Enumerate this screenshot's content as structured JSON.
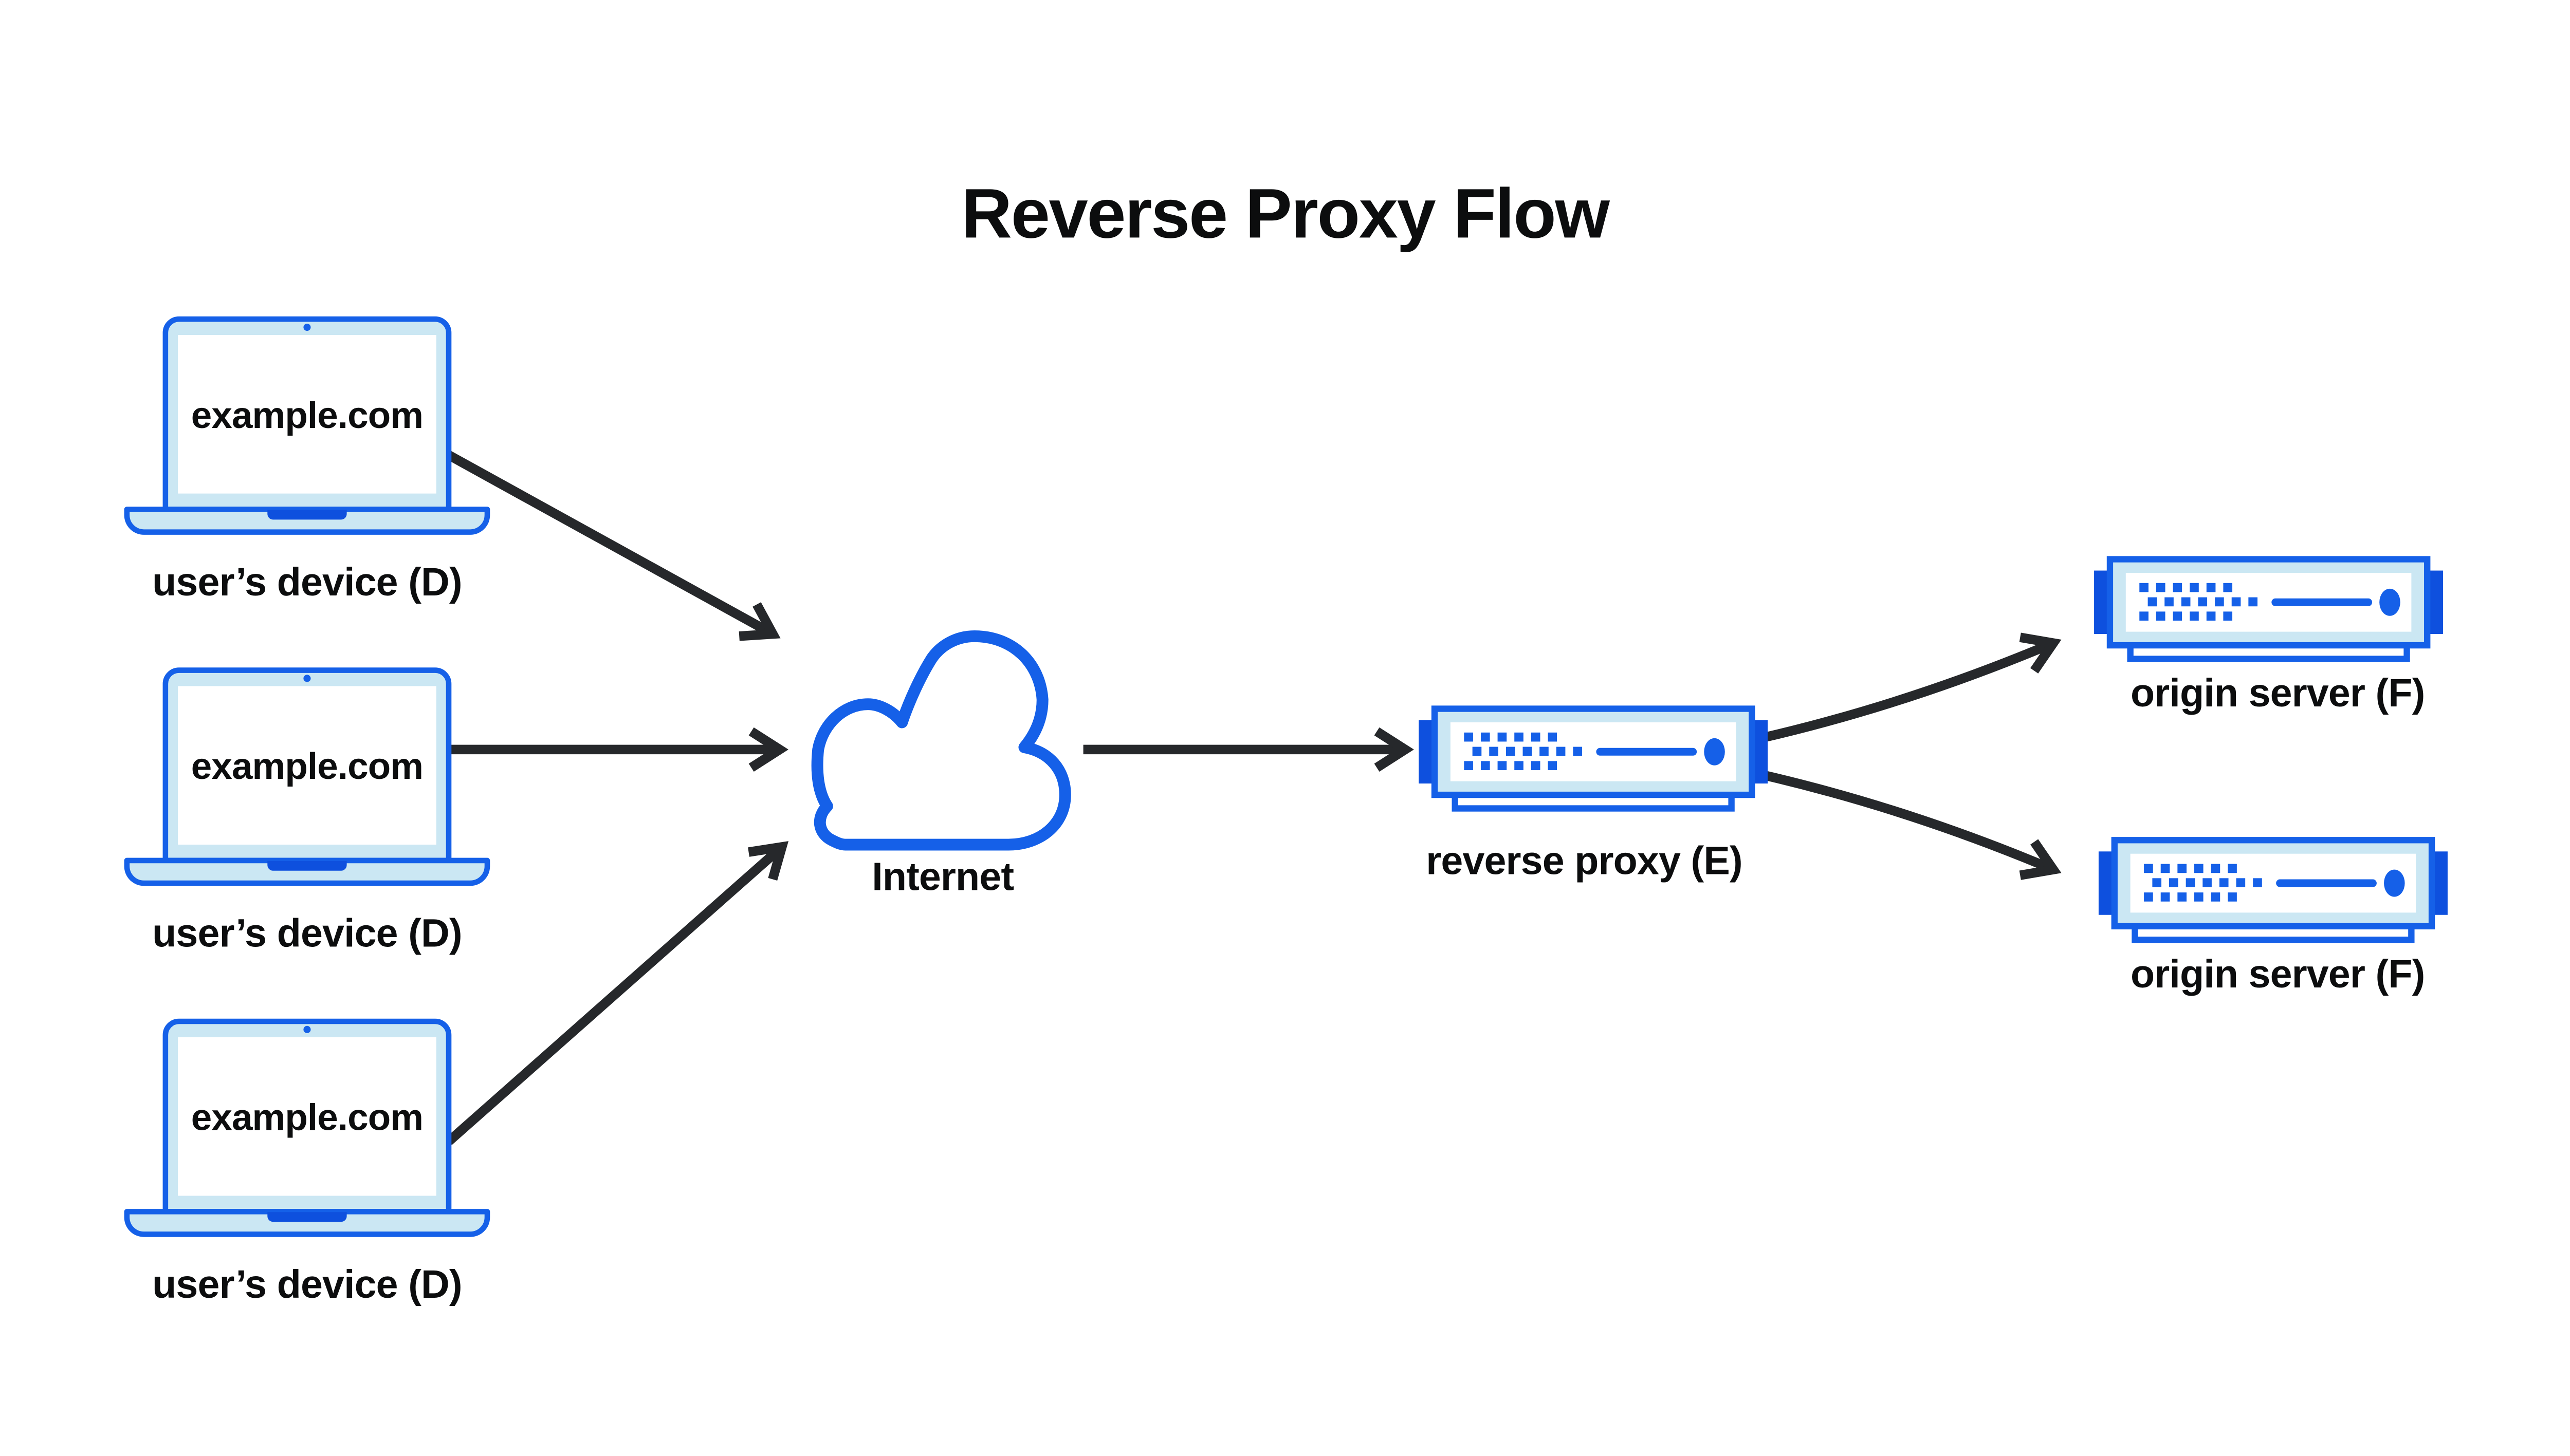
{
  "title": "Reverse Proxy Flow",
  "nodes": {
    "devices": [
      {
        "id": "user-device-1",
        "screen_text": "example.com",
        "label": "user’s device (D)"
      },
      {
        "id": "user-device-2",
        "screen_text": "example.com",
        "label": "user’s device (D)"
      },
      {
        "id": "user-device-3",
        "screen_text": "example.com",
        "label": "user’s device (D)"
      }
    ],
    "internet": {
      "id": "internet",
      "label": "Internet"
    },
    "reverse_proxy": {
      "id": "reverse-proxy",
      "label": "reverse proxy (E)"
    },
    "origin_servers": [
      {
        "id": "origin-server-1",
        "label": "origin server (F)"
      },
      {
        "id": "origin-server-2",
        "label": "origin server (F)"
      }
    ]
  },
  "edges": [
    {
      "from": "user-device-1",
      "to": "internet"
    },
    {
      "from": "user-device-2",
      "to": "internet"
    },
    {
      "from": "user-device-3",
      "to": "internet"
    },
    {
      "from": "internet",
      "to": "reverse-proxy"
    },
    {
      "from": "reverse-proxy",
      "to": "origin-server-1"
    },
    {
      "from": "reverse-proxy",
      "to": "origin-server-2"
    }
  ],
  "colors": {
    "accent_blue": "#1560e8",
    "deep_blue": "#0e50de",
    "light_blue": "#cbe7f3",
    "arrow": "#26282b",
    "text": "#0c0d0e",
    "background": "#ffffff"
  }
}
